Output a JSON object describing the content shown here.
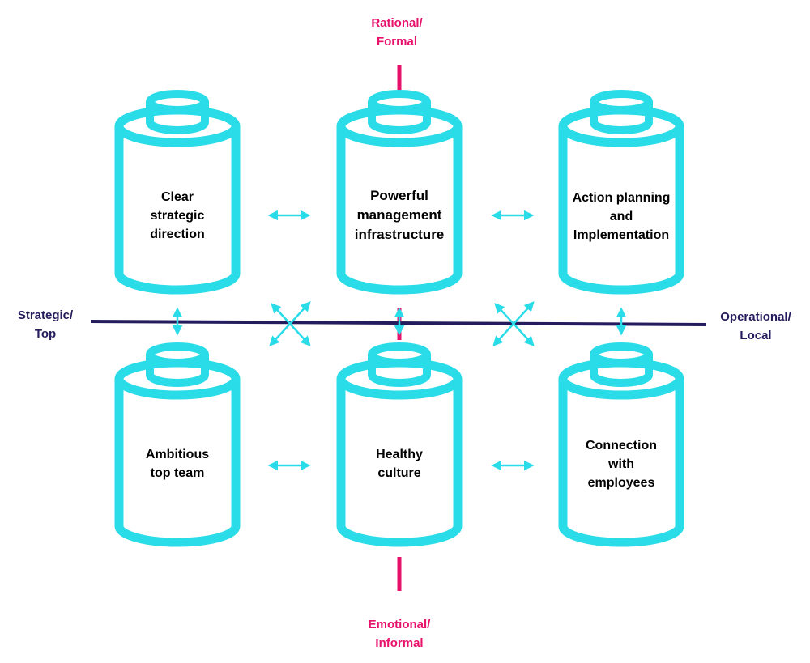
{
  "axes": {
    "top": [
      "Rational/",
      "Formal"
    ],
    "bottom": [
      "Emotional/",
      "Informal"
    ],
    "left": [
      "Strategic/",
      "Top"
    ],
    "right": [
      "Operational/",
      "Local"
    ]
  },
  "pillars": {
    "top_left": [
      "Clear",
      "strategic",
      "direction"
    ],
    "top_center": [
      "Powerful",
      "management",
      "infrastructure"
    ],
    "top_right": [
      "Action planning",
      "and",
      "Implementation"
    ],
    "bottom_left": [
      "Ambitious",
      "top team"
    ],
    "bottom_center": [
      "Healthy",
      "culture"
    ],
    "bottom_right": [
      "Connection",
      "with",
      "employees"
    ]
  },
  "colors": {
    "pillar": "#29dce8",
    "vertical_axis": "#e8116b",
    "horizontal_axis": "#241c5c",
    "arrows": "#29dce8"
  },
  "icons": {
    "pillar": "cylinder-icon",
    "connector": "double-arrow-icon"
  }
}
